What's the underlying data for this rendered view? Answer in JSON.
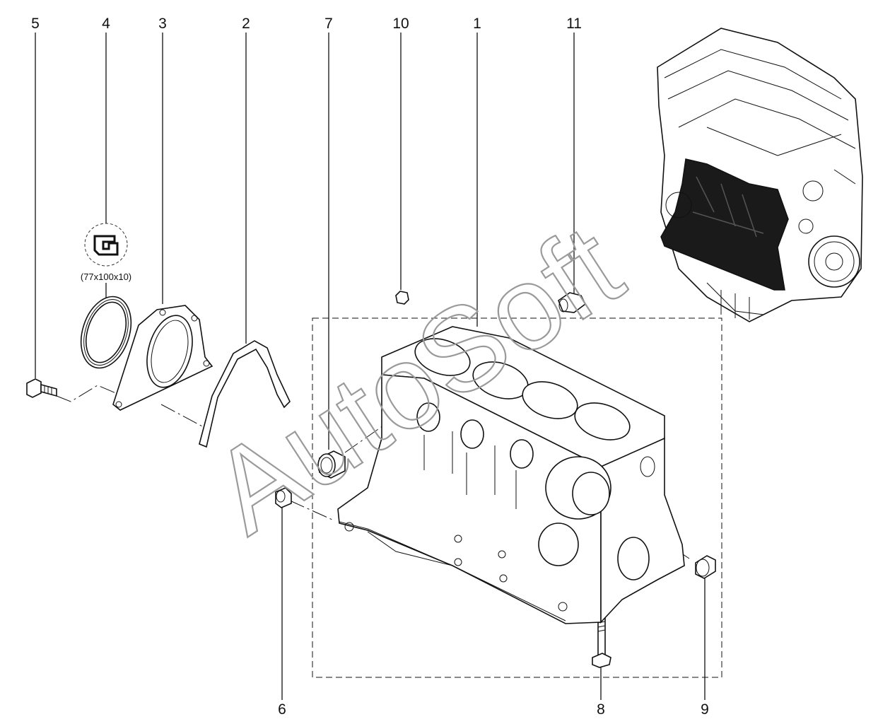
{
  "diagram": {
    "callouts": [
      {
        "id": "c5",
        "label": "5"
      },
      {
        "id": "c4",
        "label": "4"
      },
      {
        "id": "c3",
        "label": "3"
      },
      {
        "id": "c2",
        "label": "2"
      },
      {
        "id": "c7",
        "label": "7"
      },
      {
        "id": "c10",
        "label": "10"
      },
      {
        "id": "c1",
        "label": "1"
      },
      {
        "id": "c11",
        "label": "11"
      },
      {
        "id": "c6",
        "label": "6"
      },
      {
        "id": "c8",
        "label": "8"
      },
      {
        "id": "c9",
        "label": "9"
      }
    ],
    "seal_spec": "(77x100x10)",
    "watermark": "AutoSoft",
    "colors": {
      "line": "#111111",
      "watermark": "#9a9a9a",
      "background": "#ffffff",
      "engine_dark": "#1a1a1a"
    }
  }
}
